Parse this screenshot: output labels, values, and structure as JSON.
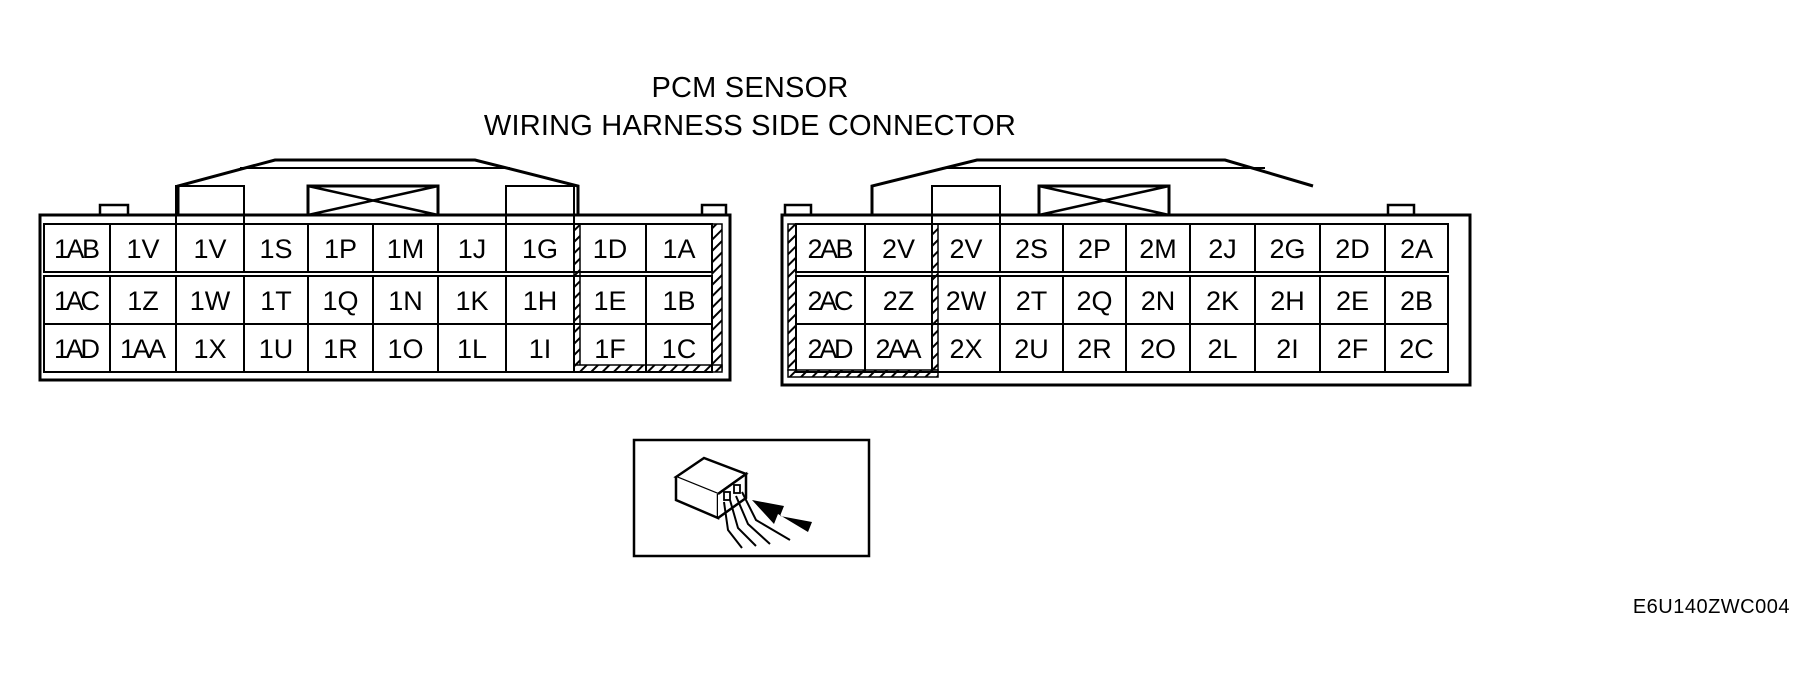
{
  "title": {
    "line1": "PCM SENSOR",
    "line2": "WIRING HARNESS SIDE CONNECTOR"
  },
  "figure_id": "E6U140ZWC004",
  "connector_1": {
    "rows": [
      [
        "1AB",
        "1V",
        "1V",
        "1S",
        "1P",
        "1M",
        "1J",
        "1G",
        "1D",
        "1A"
      ],
      [
        "1AC",
        "1Z",
        "1W",
        "1T",
        "1Q",
        "1N",
        "1K",
        "1H",
        "1E",
        "1B"
      ],
      [
        "1AD",
        "1AA",
        "1X",
        "1U",
        "1R",
        "1O",
        "1L",
        "1I",
        "1F",
        "1C"
      ]
    ]
  },
  "connector_2": {
    "rows": [
      [
        "2AB",
        "2V",
        "2V",
        "2S",
        "2P",
        "2M",
        "2J",
        "2G",
        "2D",
        "2A"
      ],
      [
        "2AC",
        "2Z",
        "2W",
        "2T",
        "2Q",
        "2N",
        "2K",
        "2H",
        "2E",
        "2B"
      ],
      [
        "2AD",
        "2AA",
        "2X",
        "2U",
        "2R",
        "2O",
        "2L",
        "2I",
        "2F",
        "2C"
      ]
    ]
  },
  "icons": {
    "view_direction": "connector-view-arrow-icon"
  }
}
